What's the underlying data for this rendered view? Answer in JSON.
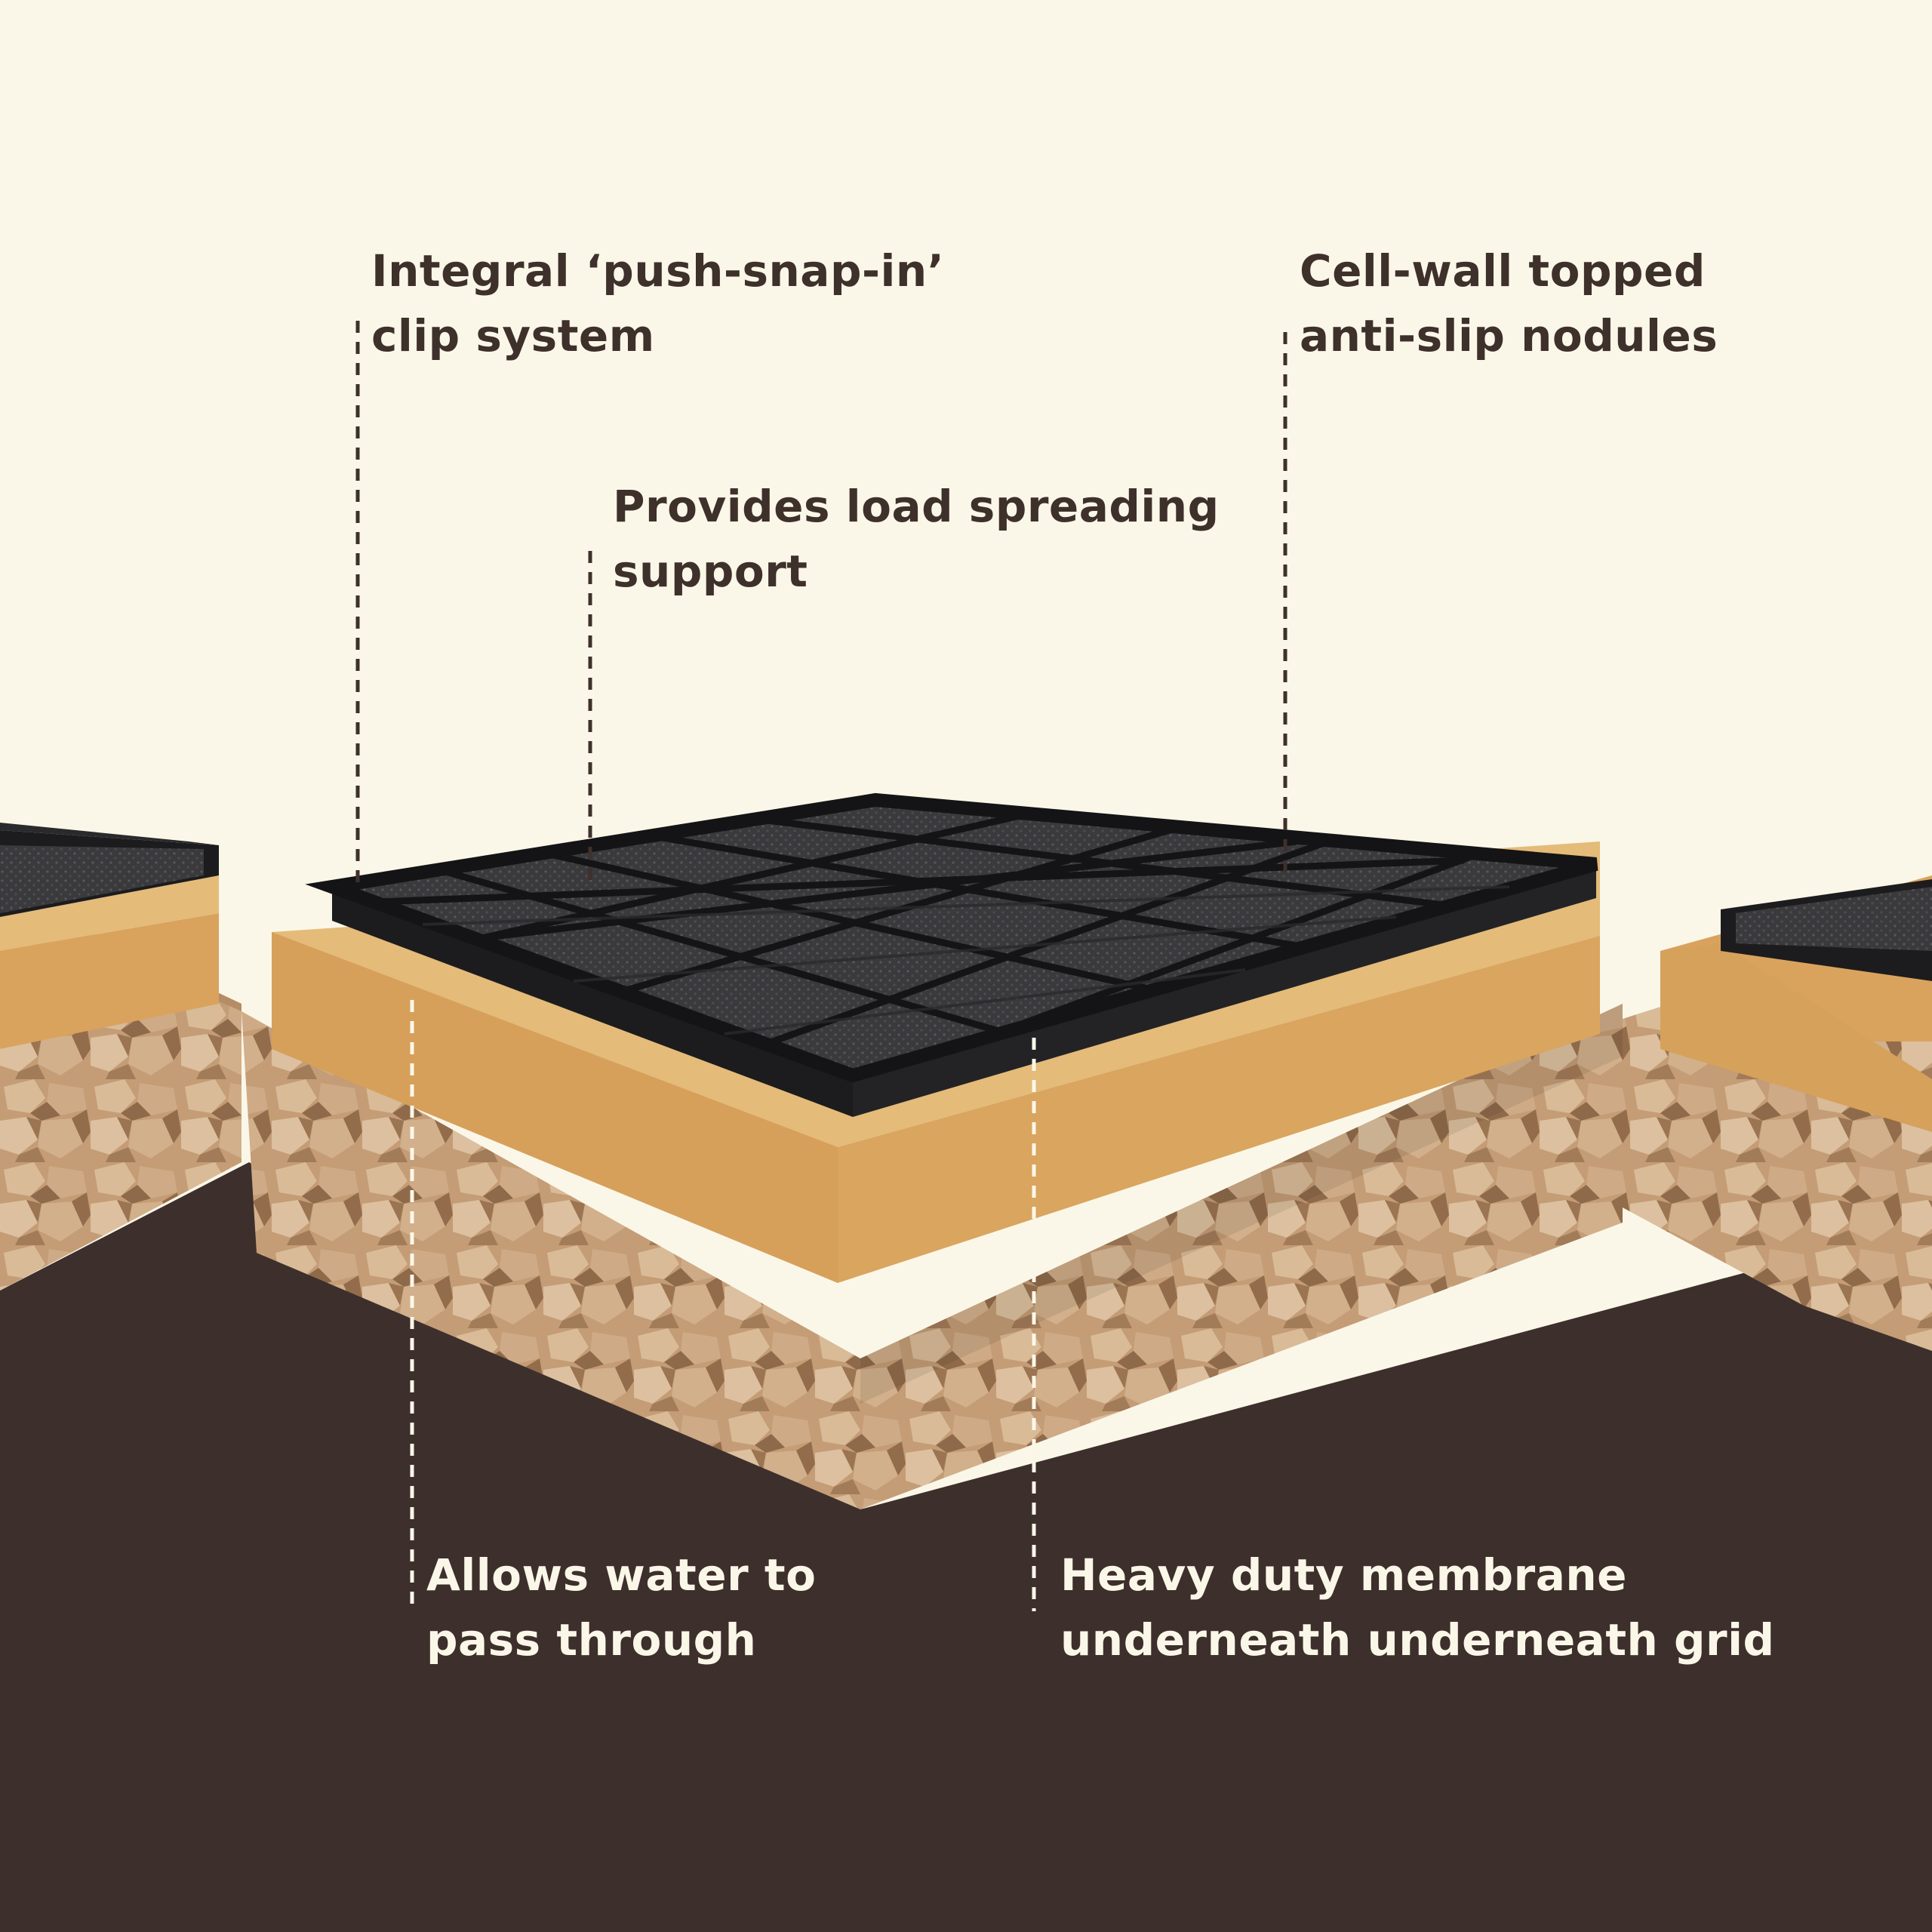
{
  "colors": {
    "background": "#fbf7e8",
    "ground": "#3d2f2c",
    "gravel": "#c9a27c",
    "sand": "#d8a25e",
    "sand_top": "#e3b978",
    "grid": "#1d1d1f",
    "text_dark": "#3e302b",
    "text_light": "#fbf7e8"
  },
  "labels": {
    "clip_system": {
      "line1": "Integral ‘push-snap-in’",
      "line2": "clip system"
    },
    "load_spreading": {
      "line1": "Provides load spreading",
      "line2": "support"
    },
    "anti_slip": {
      "line1": "Cell-wall topped",
      "line2": "anti-slip nodules"
    },
    "water": {
      "line1": "Allows water to",
      "line2": "pass through"
    },
    "membrane": {
      "line1": "Heavy duty membrane",
      "line2": "underneath underneath grid"
    }
  }
}
